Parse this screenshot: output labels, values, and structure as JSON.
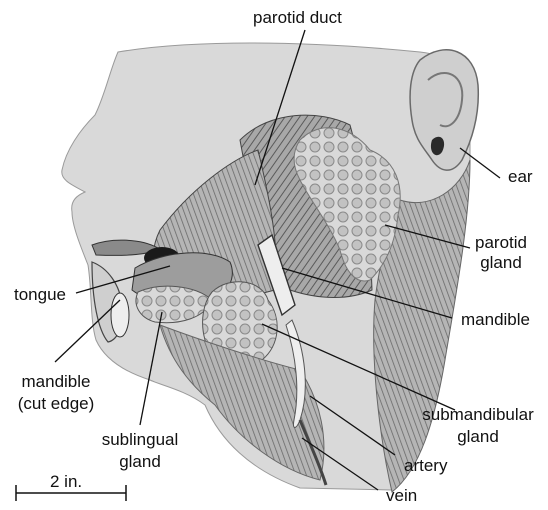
{
  "labels": {
    "parotid_duct": "parotid duct",
    "ear": "ear",
    "parotid_gland_1": "parotid",
    "parotid_gland_2": "gland",
    "tongue": "tongue",
    "mandible": "mandible",
    "mandible_cut_1": "mandible",
    "mandible_cut_2": "(cut edge)",
    "submandibular_1": "submandibular",
    "submandibular_2": "gland",
    "sublingual_1": "sublingual",
    "sublingual_2": "gland",
    "artery": "artery",
    "vein": "vein"
  },
  "scale_bar": {
    "label": "2 in."
  },
  "colors": {
    "ink": "#111111",
    "skin": "#d6d6d6",
    "muscle": "#9a9a9a",
    "gland": "#c8c8c8",
    "dark": "#2a2a2a"
  }
}
